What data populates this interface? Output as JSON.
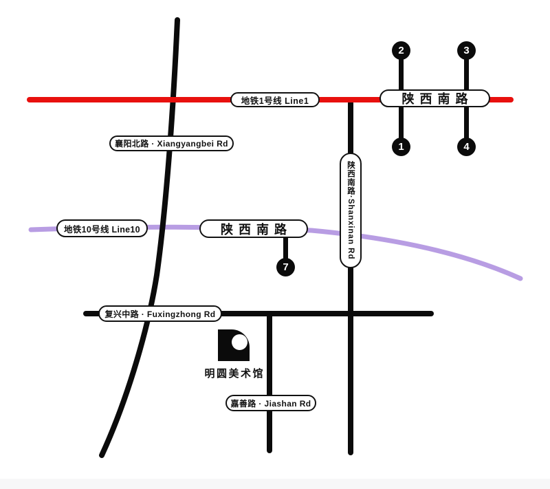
{
  "title": "明圆美术馆 location map",
  "colors": {
    "line1": "#e8100e",
    "line10": "#b89de3",
    "road": "#0b0b0b",
    "bg": "#ffffff"
  },
  "labels": {
    "metro_line1": "地铁1号线  Line1",
    "metro_line10": "地铁10号线  Line10",
    "station_line1": "陕西南路",
    "station_line10": "陕西南路",
    "xiangyangbei_rd": "襄阳北路 · Xiangyangbei Rd",
    "shanxinan_rd": "陕西南路·Shanxinan Rd",
    "fuxingzhong_rd": "复兴中路 · Fuxingzhong Rd",
    "jiashan_rd": "嘉善路 · Jiashan Rd",
    "museum": "明圆美术馆"
  },
  "exits": {
    "exit1": "1",
    "exit2": "2",
    "exit3": "3",
    "exit4": "4",
    "exit7": "7"
  },
  "icons": {
    "museum_logo": "black rounded square with white circle"
  }
}
